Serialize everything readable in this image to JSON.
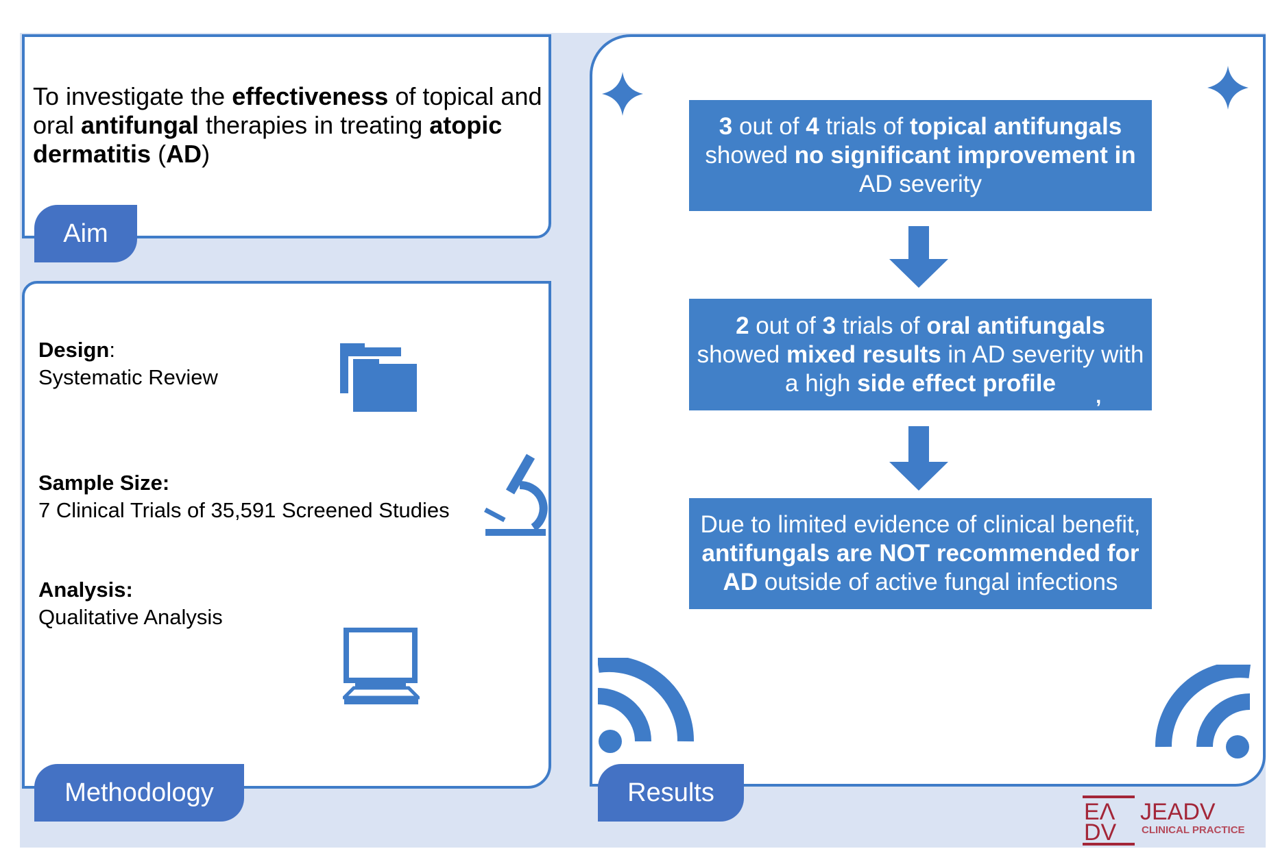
{
  "aim": {
    "tab_label": "Aim",
    "text": [
      {
        "t": "To investigate the ",
        "b": false
      },
      {
        "t": "effectiveness",
        "b": true
      },
      {
        "t": " of topical and oral ",
        "b": false
      },
      {
        "t": "antifungal",
        "b": true
      },
      {
        "t": " therapies in treating ",
        "b": false
      },
      {
        "t": "atopic dermatitis",
        "b": true
      },
      {
        "t": " (",
        "b": false
      },
      {
        "t": "AD",
        "b": true
      },
      {
        "t": ")",
        "b": false
      }
    ]
  },
  "methodology": {
    "tab_label": "Methodology",
    "design_label": "Design",
    "design_colon": ":",
    "design_value": "Systematic Review",
    "sample_label": "Sample Size:",
    "sample_value": "7 Clinical Trials of 35,591 Screened Studies",
    "analysis_label": "Analysis:",
    "analysis_value": "Qualitative Analysis",
    "icons": [
      "folders-icon",
      "microscope-icon",
      "monitor-icon"
    ]
  },
  "results": {
    "tab_label": "Results",
    "boxes": [
      [
        {
          "t": "3",
          "b": true
        },
        {
          "t": " out of ",
          "b": false
        },
        {
          "t": "4",
          "b": true
        },
        {
          "t": " trials of ",
          "b": false
        },
        {
          "t": "topical antifungals",
          "b": true
        },
        {
          "t": " showed ",
          "b": false
        },
        {
          "t": "no significant improvement in",
          "b": true
        },
        {
          "t": " AD severity",
          "b": false
        }
      ],
      [
        {
          "t": "2",
          "b": true
        },
        {
          "t": " out of ",
          "b": false
        },
        {
          "t": "3",
          "b": true
        },
        {
          "t": " trials of ",
          "b": false
        },
        {
          "t": "oral antifungals",
          "b": true
        },
        {
          "t": " showed ",
          "b": false
        },
        {
          "t": "mixed results",
          "b": true
        },
        {
          "t": " in AD severity with a high ",
          "b": false
        },
        {
          "t": "side effect profile",
          "b": true
        }
      ],
      [
        {
          "t": "Due to limited evidence of clinical benefit, ",
          "b": false
        },
        {
          "t": "antifungals are NOT recommended for AD",
          "b": true
        },
        {
          "t": " outside of active fungal infections",
          "b": false
        }
      ]
    ],
    "stray_mark": ","
  },
  "logo": {
    "mark_top": "EΛ",
    "mark_bottom": "DV",
    "name": "JEADV",
    "subtitle": "CLINICAL PRACTICE",
    "color": "#a32638"
  },
  "colors": {
    "accent": "#4472c4",
    "box": "#4180c8",
    "border": "#3f7cc8",
    "background": "#dae3f3"
  }
}
